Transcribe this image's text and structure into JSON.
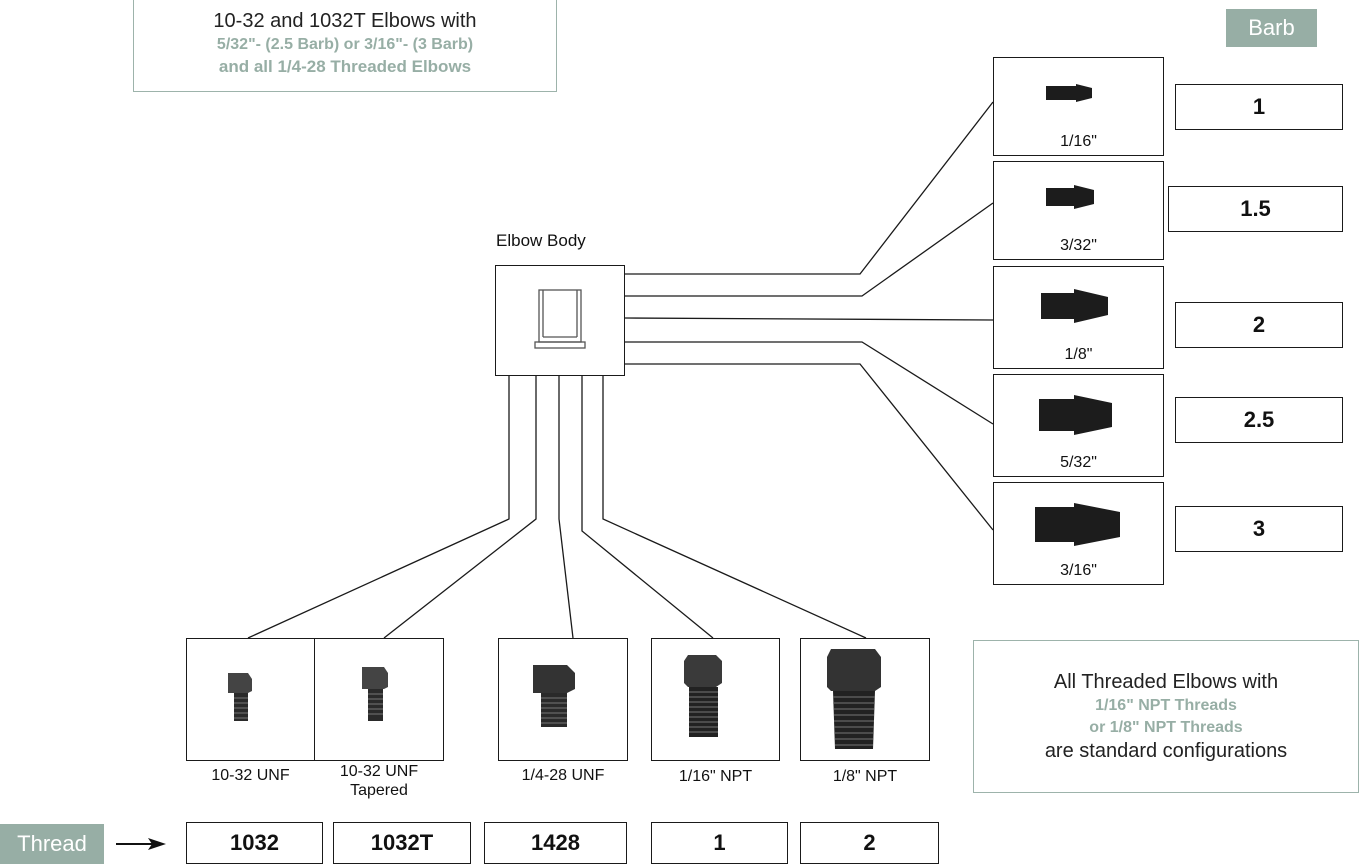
{
  "top_note": {
    "line1": "10-32 and 1032T Elbows with",
    "line2": "5/32\"- (2.5 Barb) or 3/16\"- (3 Barb)",
    "line3": "and all 1/4-28 Threaded Elbows"
  },
  "barb_tag": "Barb",
  "elbow_label": "Elbow Body",
  "barbs": [
    {
      "size": "1/16\"",
      "code": "1"
    },
    {
      "size": "3/32\"",
      "code": "1.5"
    },
    {
      "size": "1/8\"",
      "code": "2"
    },
    {
      "size": "5/32\"",
      "code": "2.5"
    },
    {
      "size": "3/16\"",
      "code": "3"
    }
  ],
  "threads": [
    {
      "name": "10-32 UNF",
      "code": "1032"
    },
    {
      "name": "10-32 UNF\nTapered",
      "code": "1032T"
    },
    {
      "name": "1/4-28 UNF",
      "code": "1428"
    },
    {
      "name": "1/16\" NPT",
      "code": "1"
    },
    {
      "name": "1/8\" NPT",
      "code": "2"
    }
  ],
  "thread_tag": "Thread",
  "bottom_note": {
    "line1": "All Threaded Elbows with",
    "line2": "1/16\" NPT Threads",
    "line3": "or 1/8\" NPT Threads",
    "line4": "are standard configurations"
  },
  "colors": {
    "accent": "#97aea5",
    "part": "#1c1c1c"
  }
}
